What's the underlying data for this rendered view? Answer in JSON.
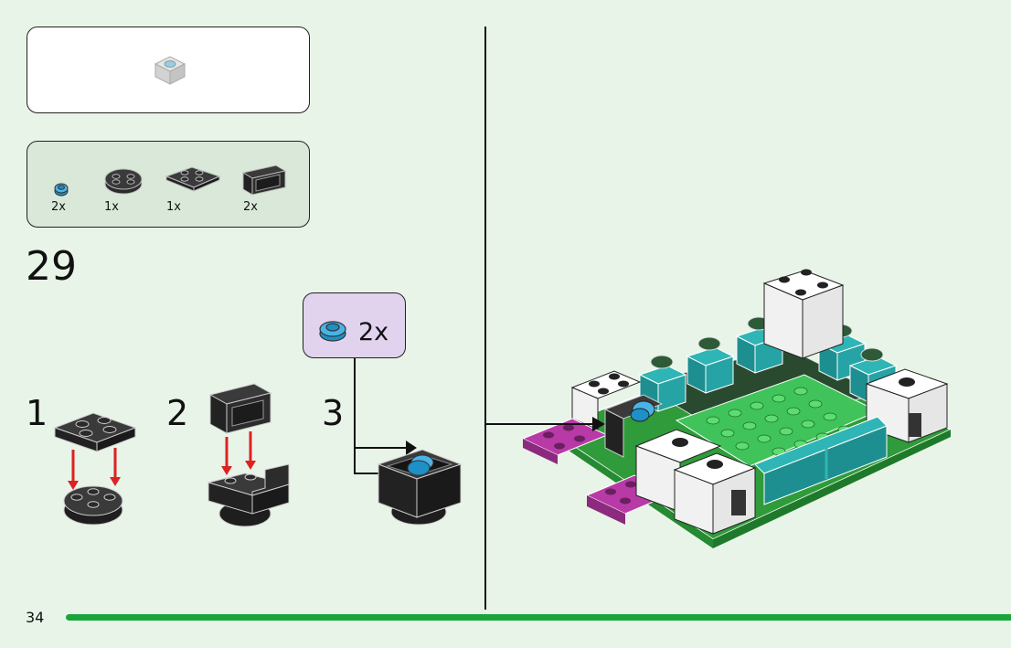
{
  "page": {
    "number": "34",
    "accent_color": "#1aa53a",
    "background": "#e9f4e8"
  },
  "step": {
    "number": "29"
  },
  "submodel_preview": {
    "icon": "white-brick-with-blue-round-plate-icon"
  },
  "parts_list": {
    "items": [
      {
        "qty": "2x",
        "part": "blue-round-plate-icon"
      },
      {
        "qty": "1x",
        "part": "black-round-plate-icon"
      },
      {
        "qty": "1x",
        "part": "black-2x2-plate-icon"
      },
      {
        "qty": "2x",
        "part": "black-wall-brick-icon"
      }
    ]
  },
  "substeps": [
    {
      "number": "1"
    },
    {
      "number": "2"
    },
    {
      "number": "3"
    }
  ],
  "callout": {
    "qty": "2x",
    "part": "blue-round-plate-icon",
    "color": "#e1d3ee"
  }
}
